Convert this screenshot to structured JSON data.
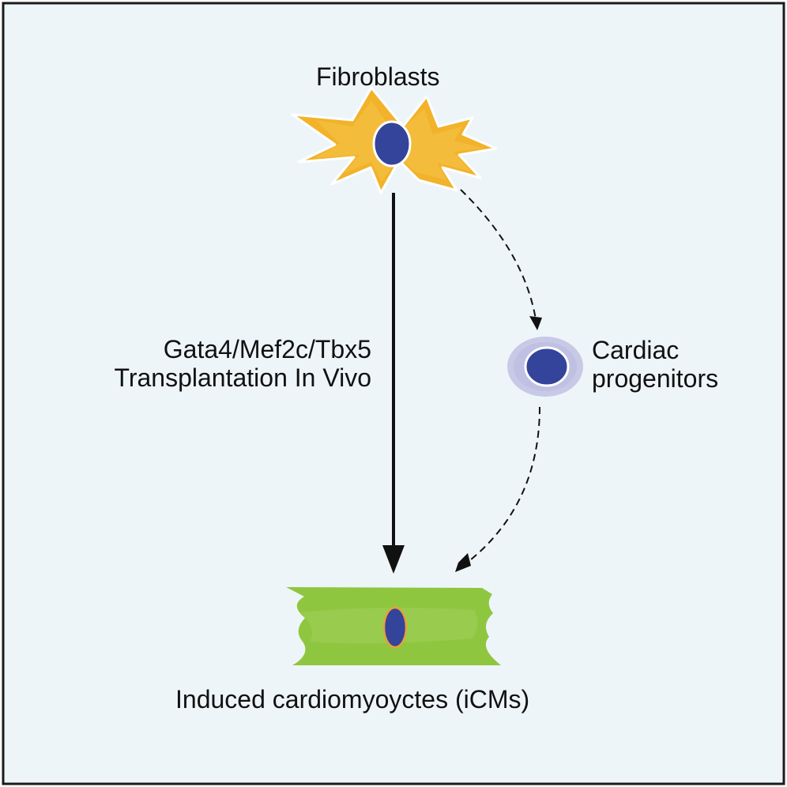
{
  "nodes": {
    "fibroblasts": {
      "label": "Fibroblasts"
    },
    "progenitors": {
      "label_line1": "Cardiac",
      "label_line2": "progenitors"
    },
    "icms": {
      "label": "Induced cardiomyoyctes (iCMs)"
    }
  },
  "edges": {
    "direct": {
      "label_line1": "Gata4/Mef2c/Tbx5",
      "label_line2": "Transplantation In Vivo",
      "style": "solid"
    },
    "indirect": {
      "style": "dashed"
    }
  },
  "colors": {
    "background": "#eef5f9",
    "border": "#1a1a1a",
    "fibroblast_body": "#f2b22a",
    "fibroblast_outline": "#ffffff",
    "nucleus": "#34449a",
    "progenitor_outer": "#c8c9e6",
    "cardiomyocyte_body": "#8fc640",
    "cardiomyocyte_nucleus_outline": "#e8a037",
    "arrow": "#111111"
  }
}
